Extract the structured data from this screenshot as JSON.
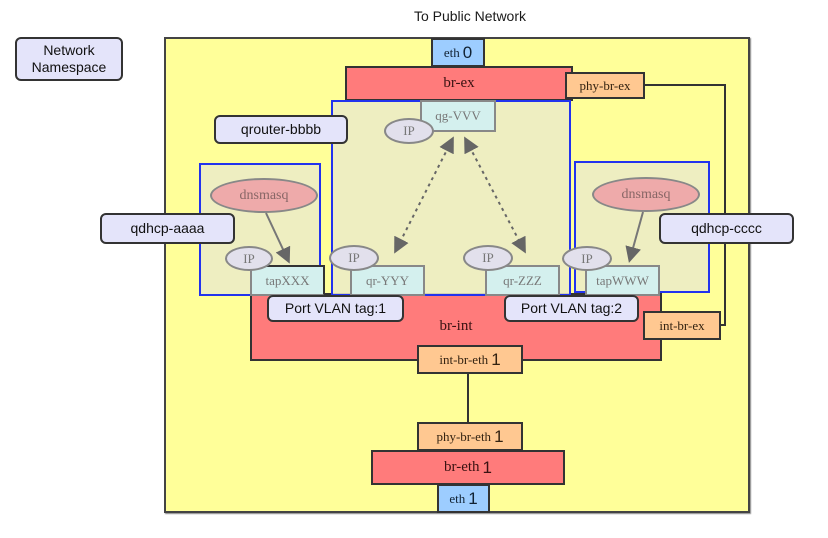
{
  "title": "To Public Network",
  "legend": {
    "label": "Network\nNamespace"
  },
  "namespaces": {
    "qrouter": "qrouter-bbbb",
    "qdhcp_left": "qdhcp-aaaa",
    "qdhcp_right": "qdhcp-cccc"
  },
  "bridges": {
    "br_ex": "br-ex",
    "br_int": "br-int",
    "br_eth1_prefix": "br-eth",
    "br_eth1_num": "1"
  },
  "ports": {
    "eth0_prefix": "eth",
    "eth0_num": "0",
    "eth1_prefix": "eth",
    "eth1_num": "1",
    "phy_br_ex": "phy-br-ex",
    "int_br_ex": "int-br-ex",
    "int_br_eth1_prefix": "int-br-eth",
    "int_br_eth1_num": "1",
    "phy_br_eth1_prefix": "phy-br-eth",
    "phy_br_eth1_num": "1",
    "qg": "qg-VVV",
    "qr_left": "qr-YYY",
    "qr_right": "qr-ZZZ",
    "tap_left": "tapXXX",
    "tap_right": "tapWWW"
  },
  "ip_label": "IP",
  "dnsmasq_label": "dnsmasq",
  "vlan_tags": {
    "left": "Port VLAN tag:1",
    "right": "Port VLAN tag:2"
  },
  "colors": {
    "host_bg": "#ffff99",
    "bridge": "#ff7b7b",
    "patch_port": "#ffc891",
    "physical_nic": "#9dcdff",
    "namespace_border": "#2233ee",
    "namespace_label_bg": "#e4e4fa"
  }
}
